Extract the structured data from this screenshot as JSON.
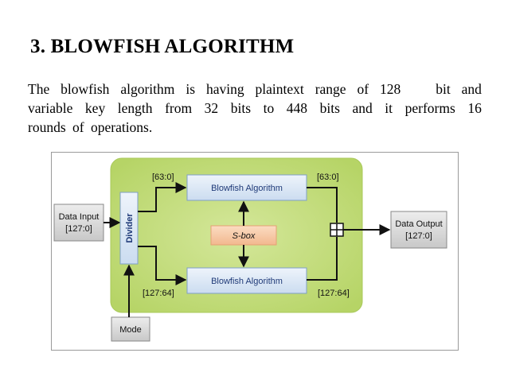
{
  "slide": {
    "title": "3. BLOWFISH ALGORITHM",
    "body_lines": [
      [
        "The",
        "blowfish",
        "algorithm",
        "is",
        "having",
        "plaintext",
        "range",
        "of",
        "128",
        "bit",
        "and"
      ],
      [
        "variable",
        "key",
        "length",
        "from",
        "32",
        "bits",
        "to",
        "448",
        "bits",
        "and",
        "it",
        "performs",
        "16"
      ],
      [
        "rounds",
        "of",
        "operations."
      ]
    ]
  },
  "diagram": {
    "data_input_label": "Data Input",
    "data_input_range": "[127:0]",
    "divider_label": "Divider",
    "mode_label": "Mode",
    "blowfish_top_label": "Blowfish Algorithm",
    "blowfish_bottom_label": "Blowfish Algorithm",
    "sbox_label": "S-box",
    "top_left_range": "[63:0]",
    "top_right_range": "[63:0]",
    "bottom_left_range": "[127:64]",
    "bottom_right_range": "[127:64]",
    "data_output_label": "Data Output",
    "data_output_range": "[127:0]",
    "colors": {
      "panel_fill": "#c4de7e",
      "box_fill": "#d9e6f4",
      "box_stroke": "#7f9fc8",
      "sbox_fill": "#f6c9a3",
      "sbox_stroke": "#e6a073",
      "io_box_fill": "#d6d6d6"
    }
  }
}
